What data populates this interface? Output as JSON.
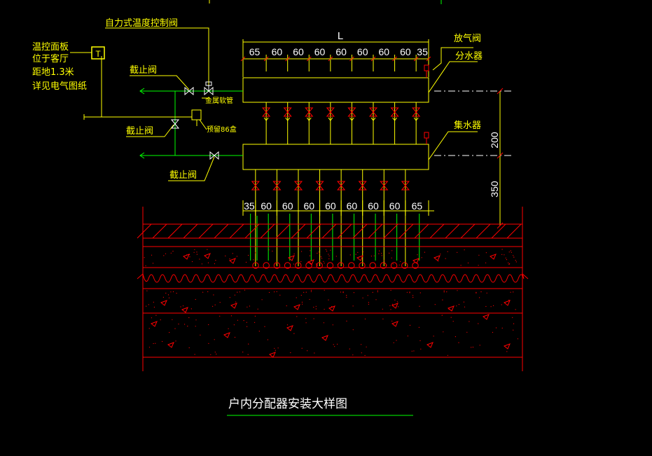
{
  "drawing": {
    "title": "户内分配器安装大样图",
    "colors": {
      "yellow": "#ffff00",
      "red": "#ff0000",
      "green": "#00ff00",
      "white": "#ffffff",
      "background": "#000000"
    }
  },
  "top_dimension": {
    "overall_label": "L",
    "segments": [
      "65",
      "60",
      "60",
      "60",
      "60",
      "60",
      "60",
      "60",
      "35"
    ]
  },
  "bottom_dimension": {
    "segments": [
      "35",
      "60",
      "60",
      "60",
      "60",
      "60",
      "60",
      "60",
      "65"
    ]
  },
  "vertical_dimension": {
    "segments": [
      "200",
      "350"
    ]
  },
  "labels": {
    "temp_control_valve": "自力式温度控制阀",
    "panel_line1": "温控面板",
    "panel_line2": "位于客厅",
    "panel_line3": "距地1.3米",
    "panel_line4": "详见电气图纸",
    "panel_symbol": "T",
    "stop_valve_top": "截止阀",
    "metal_hose": "金属软管",
    "stop_valve_middle": "截止阀",
    "junction_box": "预留86盒",
    "stop_valve_bottom": "截止阀",
    "air_vent": "放气阀",
    "distributor": "分水器",
    "collector": "集水器"
  }
}
